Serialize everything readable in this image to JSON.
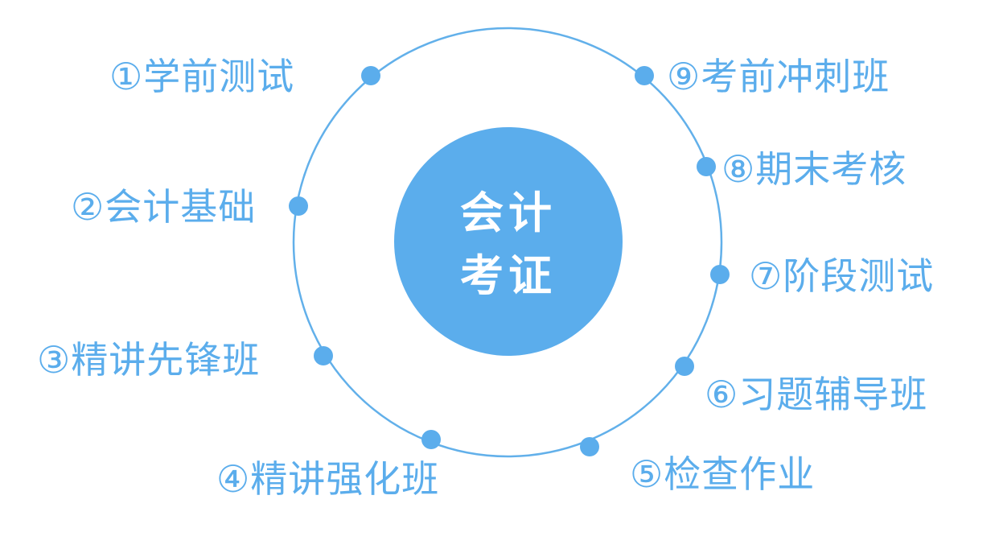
{
  "colors": {
    "accent": "#5badec",
    "ring": "#62b0ea",
    "label": "#5badec",
    "center_text": "#ffffff",
    "background": "#ffffff"
  },
  "center": {
    "line1": "会计",
    "line2": "考证"
  },
  "steps": [
    {
      "label": "①学前测试"
    },
    {
      "label": "②会计基础"
    },
    {
      "label": "③精讲先锋班"
    },
    {
      "label": "④精讲强化班"
    },
    {
      "label": "⑤检查作业"
    },
    {
      "label": "⑥习题辅导班"
    },
    {
      "label": "⑦阶段测试"
    },
    {
      "label": "⑧期末考核"
    },
    {
      "label": "⑨考前冲刺班"
    }
  ]
}
